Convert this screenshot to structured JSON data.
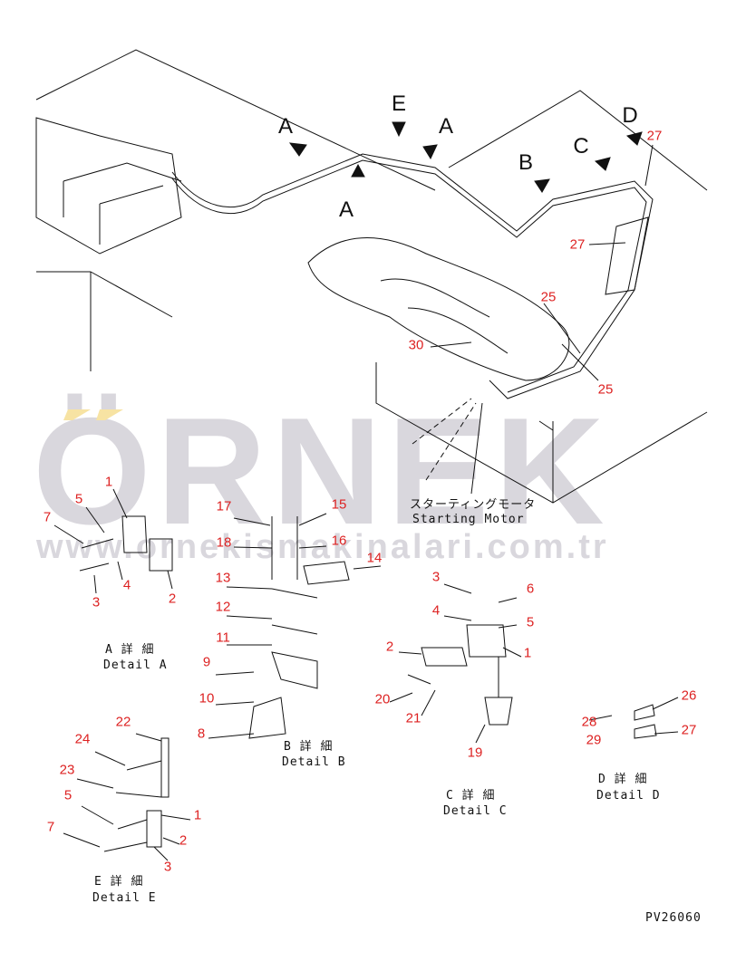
{
  "watermark": {
    "brand": "ÖRNEK",
    "url": "www.ornekismakinalari.com.tr"
  },
  "colors": {
    "callout": "#dd2222",
    "watermark": "#d9d7dd",
    "accent": "#f7e3a3",
    "line": "#111111"
  },
  "main_view": {
    "view_letters": [
      "A",
      "E",
      "A",
      "A",
      "B",
      "C",
      "D"
    ],
    "callouts": [
      "27",
      "27",
      "25",
      "30",
      "25"
    ],
    "starting_motor_jp": "スターティングモータ",
    "starting_motor_en": "Starting Motor"
  },
  "detail_a": {
    "callouts": [
      "1",
      "5",
      "7",
      "4",
      "3",
      "2"
    ],
    "title_jp": "A 詳 細",
    "title_en": "Detail A"
  },
  "detail_b": {
    "callouts": [
      "17",
      "15",
      "18",
      "16",
      "14",
      "13",
      "12",
      "11",
      "9",
      "10",
      "8"
    ],
    "title_jp": "B 詳 細",
    "title_en": "Detail B"
  },
  "detail_c": {
    "callouts": [
      "3",
      "6",
      "4",
      "5",
      "2",
      "1",
      "20",
      "21",
      "19"
    ],
    "title_jp": "C 詳 細",
    "title_en": "Detail C"
  },
  "detail_d": {
    "callouts": [
      "26",
      "28",
      "29",
      "27"
    ],
    "title_jp": "D 詳 細",
    "title_en": "Detail D"
  },
  "detail_e": {
    "callouts": [
      "22",
      "24",
      "23",
      "5",
      "1",
      "7",
      "2",
      "3"
    ],
    "title_jp": "E 詳 細",
    "title_en": "Detail E"
  },
  "drawing_number": "PV26060"
}
